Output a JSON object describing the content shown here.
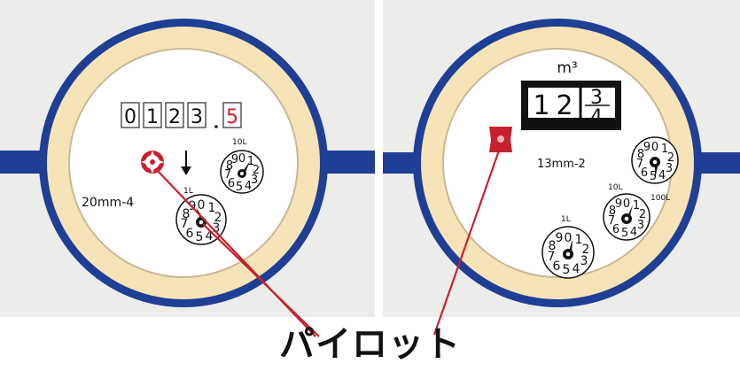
{
  "left_meter": {
    "model": "20mm-4",
    "counter_digits": [
      "0",
      "1",
      "2",
      "3",
      "5"
    ],
    "dial_upper": {
      "label": "10L",
      "numbers": [
        "0",
        "1",
        "2",
        "3",
        "4",
        "5",
        "6",
        "7",
        "8",
        "9"
      ]
    },
    "dial_lower": {
      "label": "1L",
      "numbers": [
        "0",
        "1",
        "2",
        "3",
        "4",
        "5",
        "6",
        "7",
        "8",
        "9"
      ]
    }
  },
  "right_meter": {
    "unit": "m³",
    "counter_digits": [
      "1",
      "2"
    ],
    "counter_rolling": {
      "top": "3",
      "bottom": "4"
    },
    "model": "13mm-2",
    "dial_top": {
      "label": "100L",
      "numbers": [
        "0",
        "1",
        "2",
        "3",
        "4",
        "5",
        "6",
        "7",
        "8",
        "9"
      ]
    },
    "dial_mid": {
      "label": "10L",
      "numbers": [
        "0",
        "1",
        "2",
        "3",
        "4",
        "5",
        "6",
        "7",
        "8",
        "9"
      ]
    },
    "dial_bottom": {
      "label": "1L",
      "numbers": [
        "0",
        "1",
        "2",
        "3",
        "4",
        "5",
        "6",
        "7",
        "8",
        "9"
      ]
    }
  },
  "callout_label": "パイロット",
  "colors": {
    "ring_blue": "#1f3f95",
    "cream": "#f6e4b8",
    "leader_red": "#c8202e",
    "pilot_red": "#c8202e"
  }
}
